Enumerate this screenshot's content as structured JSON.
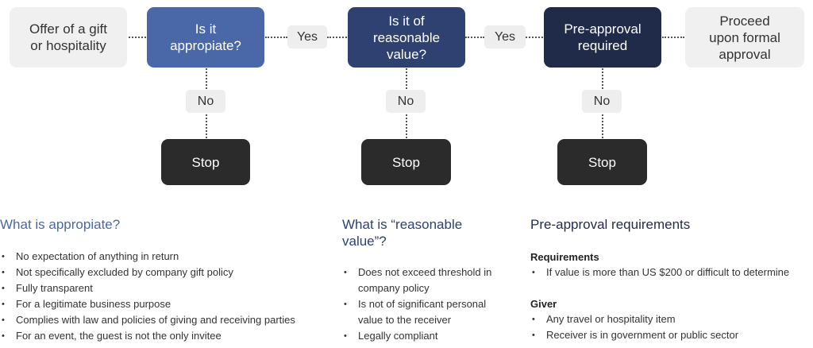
{
  "flow": {
    "offer": "Offer of a gift\nor hospitality",
    "q1": "Is it\nappropiate?",
    "q2": "Is it of\nreasonable\nvalue?",
    "q3": "Pre-approval\nrequired",
    "proceed": "Proceed\nupon formal\napproval",
    "yes1": "Yes",
    "yes2": "Yes",
    "no1": "No",
    "no2": "No",
    "no3": "No",
    "stop1": "Stop",
    "stop2": "Stop",
    "stop3": "Stop"
  },
  "colors": {
    "step1": "#4a67a8",
    "step2": "#2e4170",
    "step3": "#1f2b48",
    "stop": "#2b2b2b",
    "grey_box": "#f0f0f0"
  },
  "sections": {
    "appropriate": {
      "title": "What is appropiate?",
      "items": [
        "No expectation of anything in return",
        "Not specifically excluded by company gift policy",
        "Fully transparent",
        "For a legitimate business purpose",
        "Complies with law and policies of giving and receiving parties",
        "For an event, the guest is not the only invitee"
      ]
    },
    "reasonable": {
      "title": "What is “reasonable\nvalue”?",
      "items": [
        "Does not exceed threshold in company policy",
        "Is not of significant personal value to the receiver",
        "Legally compliant"
      ]
    },
    "preapproval": {
      "title": "Pre-approval requirements",
      "requirements_heading": "Requirements",
      "requirements_items": [
        "If value is more than US $200 or difficult to determine"
      ],
      "giver_heading": "Giver",
      "giver_items": [
        "Any travel or hospitality item",
        "Receiver is in government or public sector"
      ]
    }
  }
}
